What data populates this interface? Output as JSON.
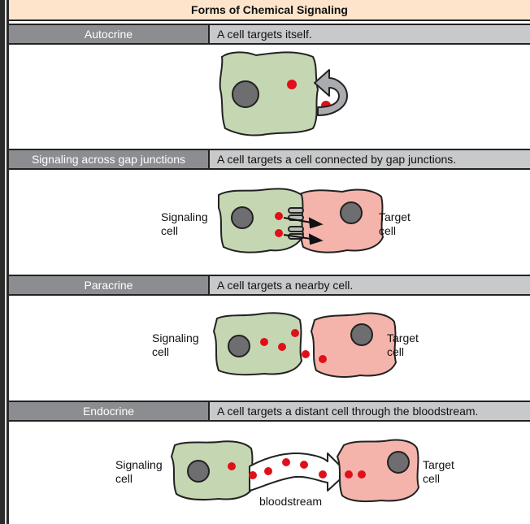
{
  "title": "Forms of Chemical Signaling",
  "rows": [
    {
      "name": "Autocrine",
      "description": "A cell targets itself."
    },
    {
      "name": "Signaling across gap junctions",
      "description": "A cell targets a cell connected by gap junctions."
    },
    {
      "name": "Paracrine",
      "description": "A cell targets a nearby cell."
    },
    {
      "name": "Endocrine",
      "description": "A cell targets a distant cell through the bloodstream."
    }
  ],
  "labels": {
    "signaling_line1": "Signaling",
    "signaling_line2": "cell",
    "target_line1": "Target",
    "target_line2": "cell",
    "bloodstream": "bloodstream"
  },
  "colors": {
    "signaling_cell": "#c5d6b3",
    "target_cell": "#f4b4ab",
    "nucleus": "#6e6e70",
    "molecule": "#e0101a",
    "header_name_bg": "#8b8d90",
    "header_desc_bg": "#c8c9cb",
    "title_bg": "#fde4cb"
  }
}
